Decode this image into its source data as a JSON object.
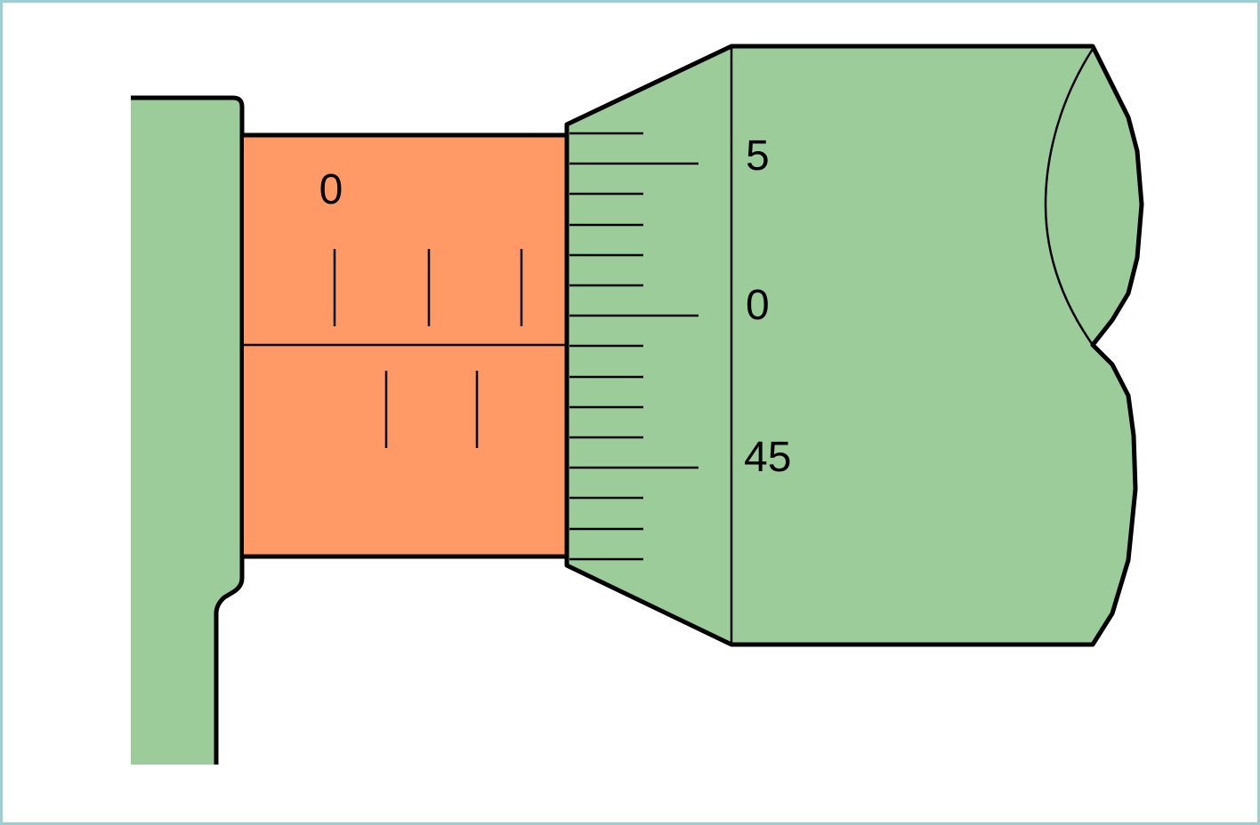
{
  "colors": {
    "frame": "#9bcc9a",
    "sleeve": "#ff9966",
    "thimble": "#9bcc9a",
    "stroke": "#000000",
    "border": "#9ccfcf"
  },
  "sleeve": {
    "main_scale_label": "0",
    "upper_tick_count": 3,
    "lower_tick_count": 2
  },
  "thimble": {
    "scale_labels": [
      "5",
      "0",
      "45"
    ],
    "tick_count": 15
  }
}
